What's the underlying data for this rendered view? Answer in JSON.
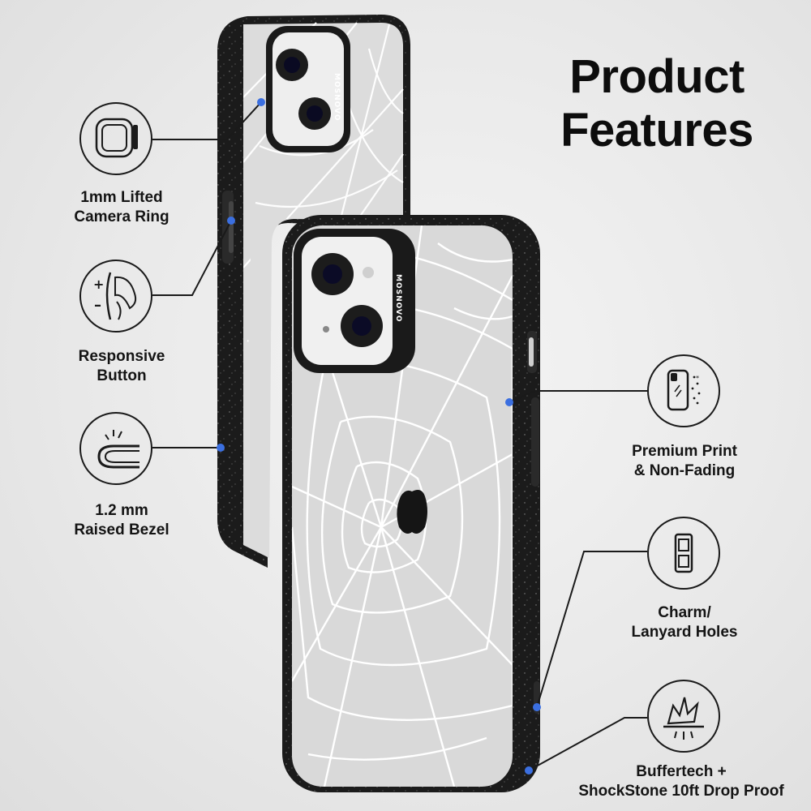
{
  "title": {
    "line1": "Product",
    "line2": "Features"
  },
  "features": [
    {
      "line1": "1mm Lifted",
      "line2": "Camera Ring",
      "icon": "camera-ring-icon"
    },
    {
      "line1": "Responsive",
      "line2": "Button",
      "icon": "responsive-button-icon"
    },
    {
      "line1": "1.2 mm",
      "line2": "Raised Bezel",
      "icon": "raised-bezel-icon"
    },
    {
      "line1": "Premium Print",
      "line2": "& Non-Fading",
      "icon": "premium-print-icon"
    },
    {
      "line1": "Charm/",
      "line2": "Lanyard Holes",
      "icon": "lanyard-holes-icon"
    },
    {
      "line1": "Buffertech +",
      "line2": "ShockStone 10ft Drop Proof",
      "icon": "drop-proof-icon"
    }
  ],
  "brand": "MOSNOVO",
  "colors": {
    "case_bumper": "#1c1c1c",
    "web_lines": "#ffffff",
    "callout_dot": "#3b6fe0",
    "text": "#141414"
  }
}
